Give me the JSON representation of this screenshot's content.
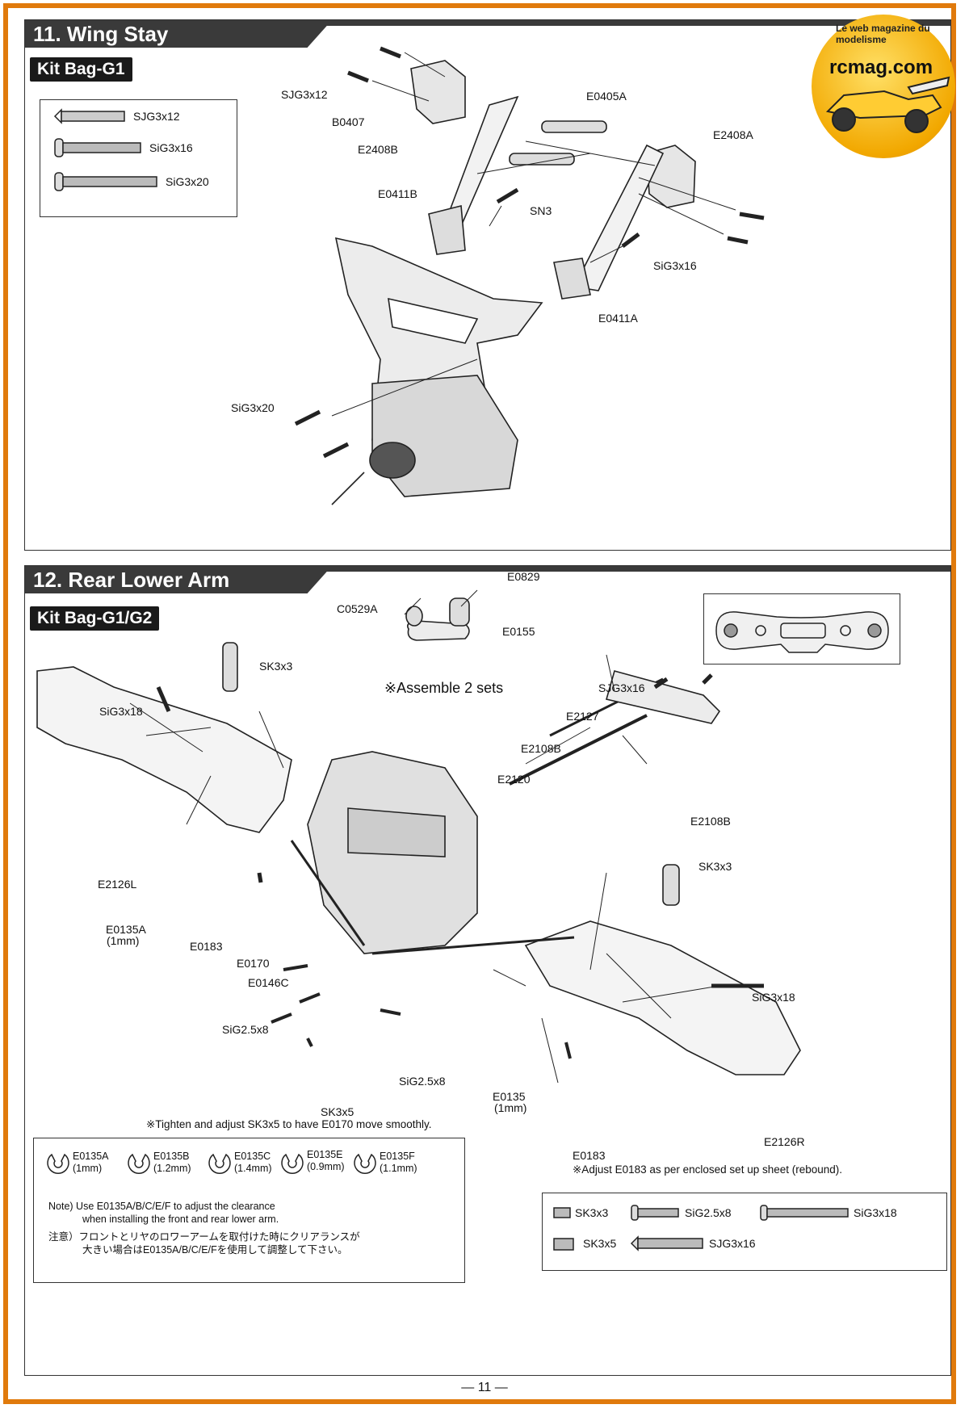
{
  "logo": {
    "brand": "rcmag.com",
    "tagline": "Le web magazine du modelisme"
  },
  "page_number": "— 11 —",
  "section11": {
    "title": "11. Wing Stay",
    "kitbag": "Kit Bag-G1",
    "parts_legend": [
      "SJG3x12",
      "SiG3x16",
      "SiG3x20"
    ],
    "labels": {
      "sjg3x12": "SJG3x12",
      "b0407": "B0407",
      "e2408b": "E2408B",
      "e0405a": "E0405A",
      "e2408a": "E2408A",
      "e0411b": "E0411B",
      "sn3": "SN3",
      "sig3x16": "SiG3x16",
      "e0411a": "E0411A",
      "sig3x20": "SiG3x20"
    }
  },
  "section12": {
    "title": "12. Rear Lower Arm",
    "kitbag": "Kit Bag-G1/G2",
    "assemble_note": "※Assemble 2 sets",
    "labels": {
      "c0529a": "C0529A",
      "e0829": "E0829",
      "e0155": "E0155",
      "sk3x3_top": "SK3x3",
      "sig3x18_left": "SiG3x18",
      "sjg3x16": "SJG3x16",
      "e2127": "E2127",
      "e2108b_top": "E2108B",
      "e2120": "E2120",
      "e2108b_right": "E2108B",
      "e2126l": "E2126L",
      "sk3x3_right": "SK3x3",
      "e0135a": "E0135A",
      "e0135a_sub": "(1mm)",
      "e0183_left": "E0183",
      "e0170": "E0170",
      "e0146c": "E0146C",
      "sig3x18_right": "SiG3x18",
      "sig25x8_left": "SiG2.5x8",
      "sig25x8_right": "SiG2.5x8",
      "sk3x5": "SK3x5",
      "e0135": "E0135",
      "e0135_sub": "(1mm)",
      "e0183_right": "E0183",
      "e2126r": "E2126R"
    },
    "tighten_note": "※Tighten and adjust SK3x5 to have E0170 move smoothly.",
    "adjust_note": "※Adjust E0183 as per enclosed set up sheet (rebound).",
    "shims": [
      {
        "code": "E0135A",
        "size": "(1mm)"
      },
      {
        "code": "E0135B",
        "size": "(1.2mm)"
      },
      {
        "code": "E0135C",
        "size": "(1.4mm)"
      },
      {
        "code": "E0135E",
        "size": "(0.9mm)"
      },
      {
        "code": "E0135F",
        "size": "(1.1mm)"
      }
    ],
    "note_en_1": "Note) Use E0135A/B/C/E/F to adjust the clearance",
    "note_en_2": "when installing the front and rear lower arm.",
    "note_jp_1": "注意）フロントとリヤのロワーアームを取付けた時にクリアランスが",
    "note_jp_2": "大きい場合はE0135A/B/C/E/Fを使用して調整して下さい。",
    "parts_legend": [
      "SK3x3",
      "SiG2.5x8",
      "SiG3x18",
      "SK3x5",
      "SJG3x16"
    ]
  }
}
